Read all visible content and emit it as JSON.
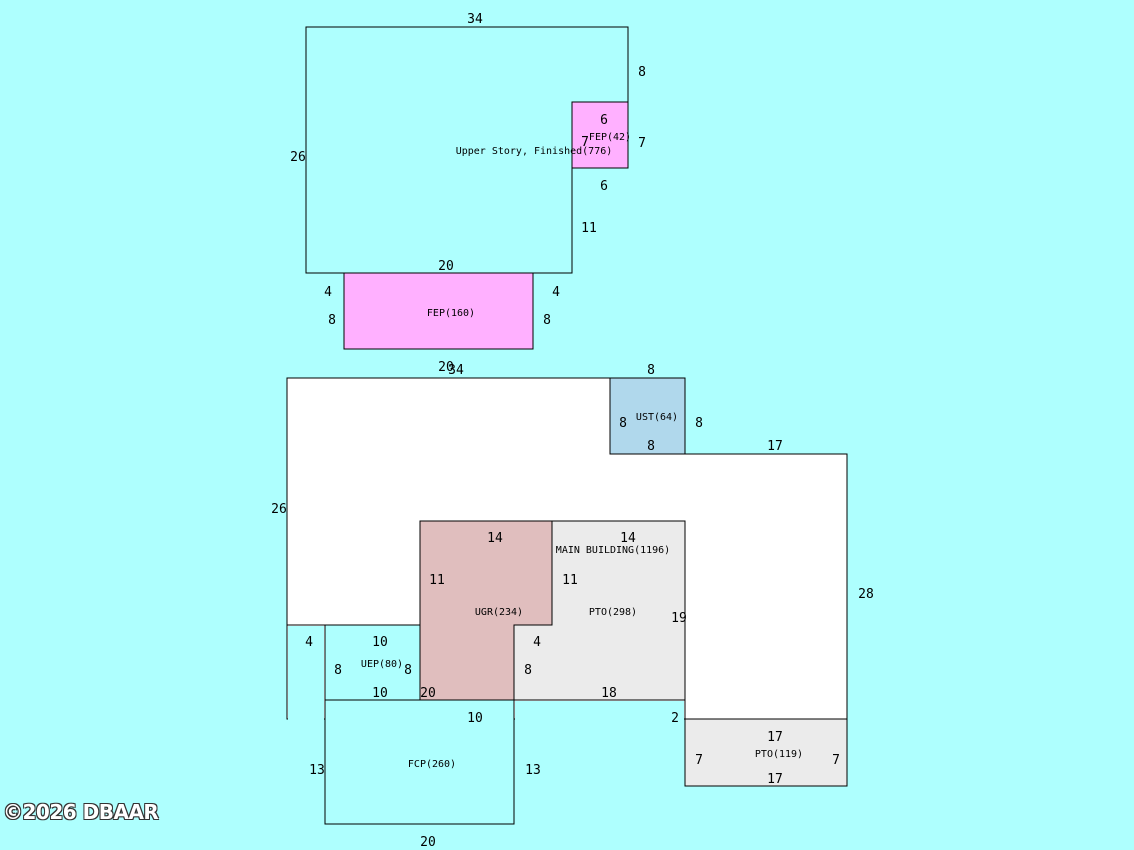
{
  "colors": {
    "background": "#aefffe",
    "main_building": "#ffffff",
    "upper_story": "#aefffe",
    "fep": "#ffb0ff",
    "ust": "#b0d8ec",
    "ugr": "#e0bebe",
    "pto": "#ebebeb",
    "uep": "#aefffe",
    "fcp": "#aefffe"
  },
  "areas": {
    "upper_story": "Upper Story, Finished(776)",
    "fep_small": "FEP(42)",
    "fep_large": "FEP(160)",
    "ust": "UST(64)",
    "main_building": "MAIN BUILDING(1196)",
    "ugr": "UGR(234)",
    "pto_large": "PTO(298)",
    "pto_small": "PTO(119)",
    "uep": "UEP(80)",
    "fcp": "FCP(260)"
  },
  "dimensions": {
    "upper_top": "34",
    "upper_right_upper": "8",
    "fep42_top": "6",
    "fep42_left": "7",
    "fep42_right": "7",
    "fep42_bottom": "6",
    "upper_left": "26",
    "upper_right_lower": "11",
    "upper_bottom": "20",
    "fep160_left_a": "4",
    "fep160_right_a": "4",
    "fep160_left_b": "8",
    "fep160_right_b": "8",
    "fep160_bottom": "20",
    "main_top": "34",
    "ust_top": "8",
    "ust_left": "8",
    "ust_right": "8",
    "ust_bottom": "8",
    "main_upper_right": "17",
    "main_left": "26",
    "main_right": "28",
    "ugr_top": "14",
    "pto_top": "14",
    "ugr_left": "11",
    "ugr_right": "11",
    "pto_right": "19",
    "uep_left_a": "4",
    "uep_top": "10",
    "ugr_notch": "4",
    "uep_left_b": "8",
    "uep_right": "8",
    "ugr_notch_b": "8",
    "uep_bottom": "10",
    "ugr_bottom": "20",
    "pto_bottom": "18",
    "pto_small_offset": "2",
    "fcp_top": "10",
    "pto_small_top": "17",
    "pto_small_left": "7",
    "pto_small_right": "7",
    "pto_small_bottom": "17",
    "fcp_left": "13",
    "fcp_right": "13",
    "fcp_bottom": "20"
  },
  "watermark": "©2026 DBAAR"
}
